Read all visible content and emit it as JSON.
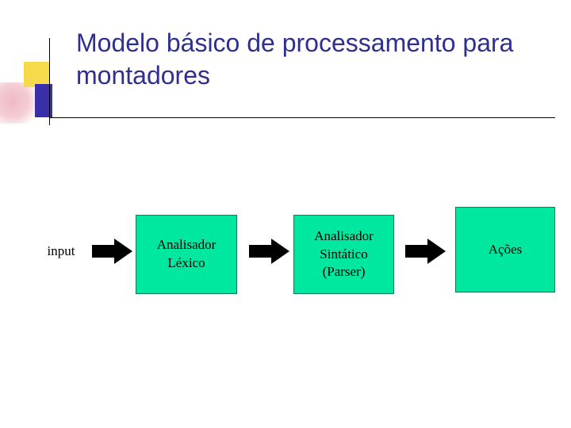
{
  "slide": {
    "title": "Modelo básico de processamento para montadores",
    "accent_color": "#2f2f8f",
    "box_fill": "#00e8a0",
    "box_border": "#0b7a59"
  },
  "diagram": {
    "type": "flow",
    "nodes": [
      {
        "id": "input",
        "label": "input",
        "shape": "text"
      },
      {
        "id": "lexico",
        "label": "Analisador\nLéxico",
        "shape": "box"
      },
      {
        "id": "parser",
        "label": "Analisador\nSintático\n(Parser)",
        "shape": "box"
      },
      {
        "id": "acoes",
        "label": "Ações",
        "shape": "box"
      }
    ],
    "labels": {
      "input": "input",
      "lexico_line1": "Analisador",
      "lexico_line2": "Léxico",
      "parser_line1": "Analisador",
      "parser_line2": "Sintático",
      "parser_line3": "(Parser)",
      "acoes": "Ações"
    },
    "arrows": [
      {
        "from": "input",
        "to": "lexico",
        "direction": "right"
      },
      {
        "from": "lexico",
        "to": "parser",
        "direction": "right"
      },
      {
        "from": "parser",
        "to": "acoes",
        "direction": "right"
      }
    ]
  }
}
